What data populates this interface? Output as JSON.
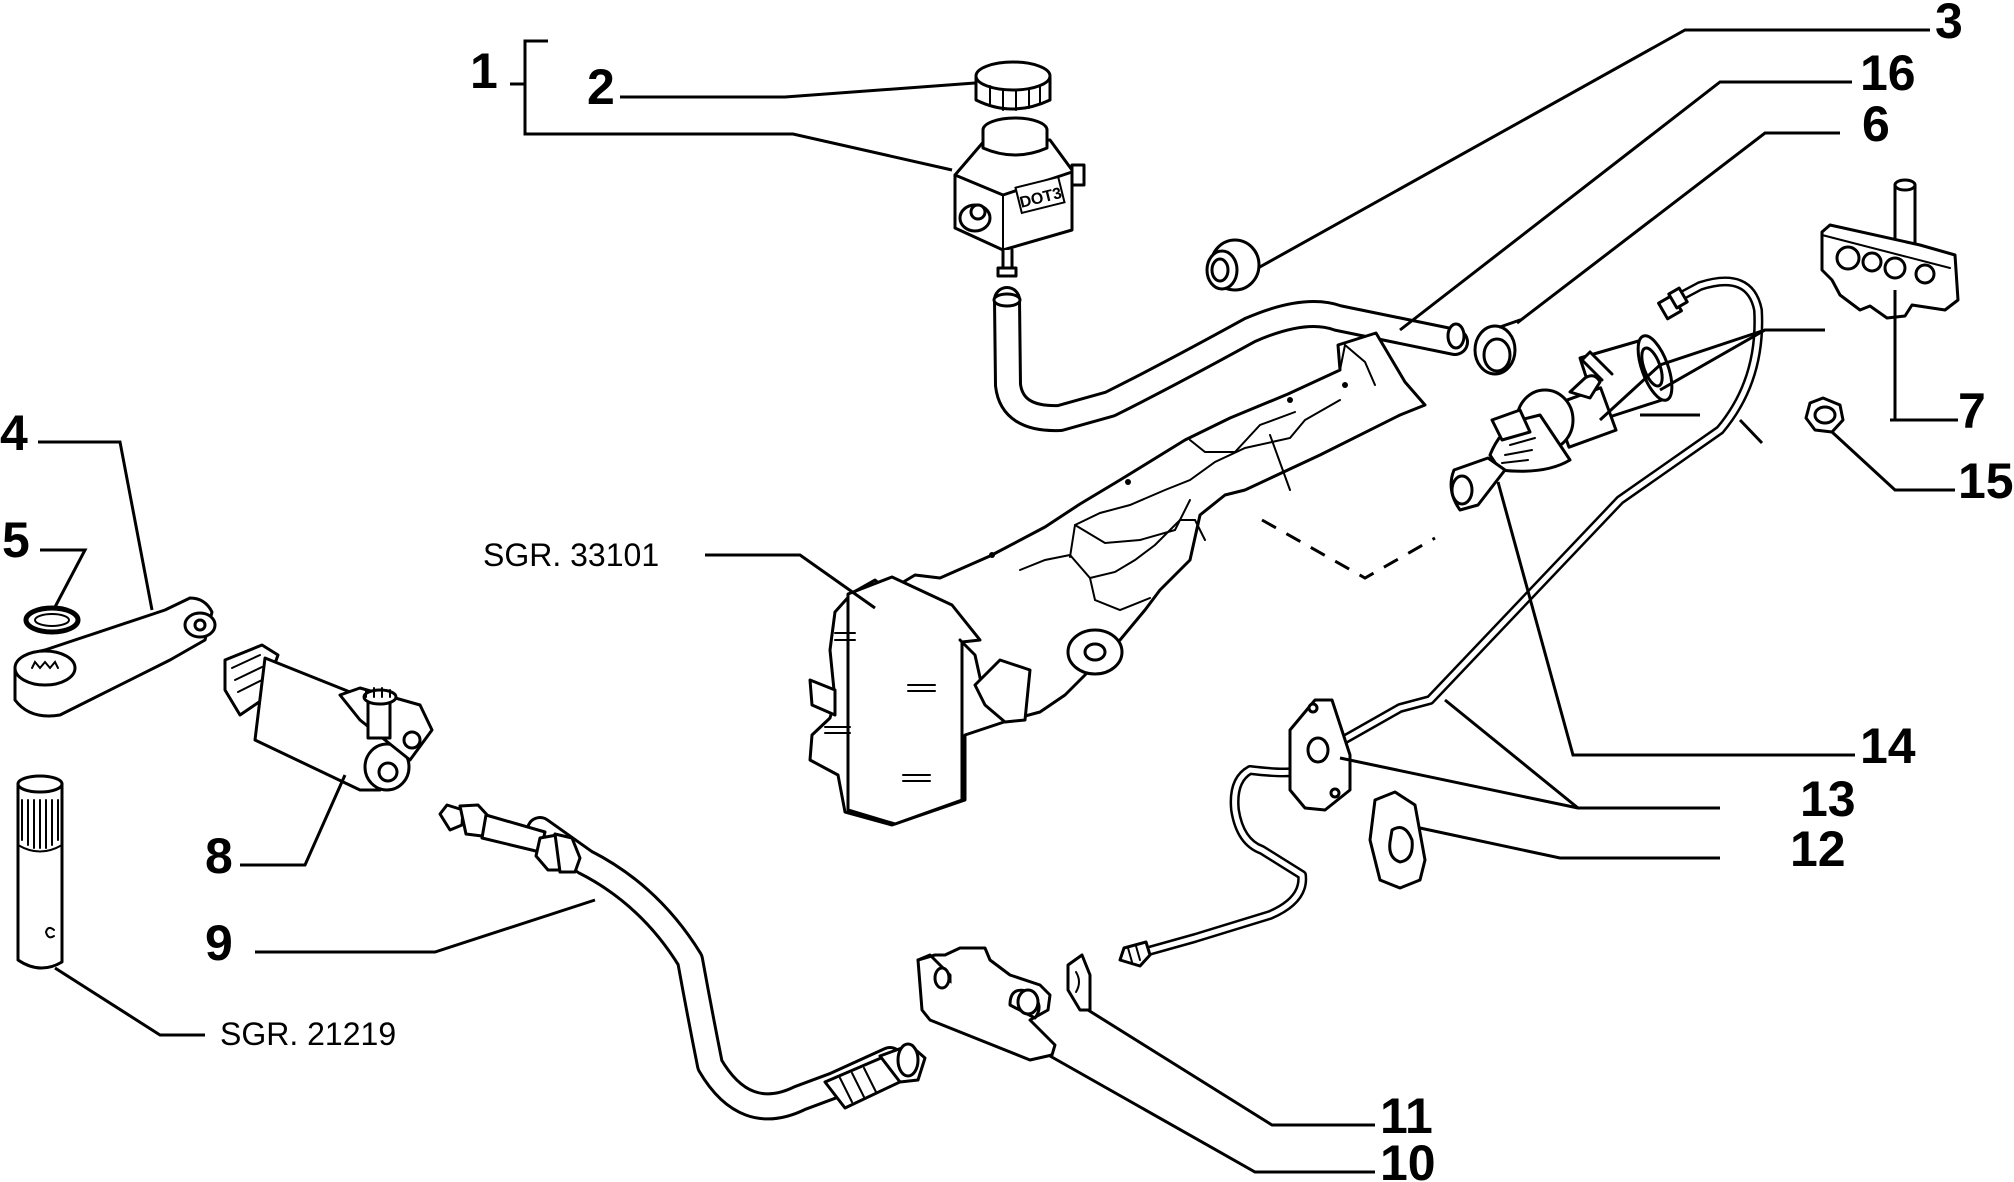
{
  "callouts": {
    "c1": "1",
    "c2": "2",
    "c3": "3",
    "c4": "4",
    "c5": "5",
    "c6": "6",
    "c7": "7",
    "c8": "8",
    "c9": "9",
    "c10": "10",
    "c11": "11",
    "c12": "12",
    "c13": "13",
    "c14": "14",
    "c15": "15",
    "c16": "16"
  },
  "references": {
    "pedal_assembly": "SGR. 33101",
    "shaft": "SGR. 21219"
  },
  "reservoir_label": "DOT3"
}
